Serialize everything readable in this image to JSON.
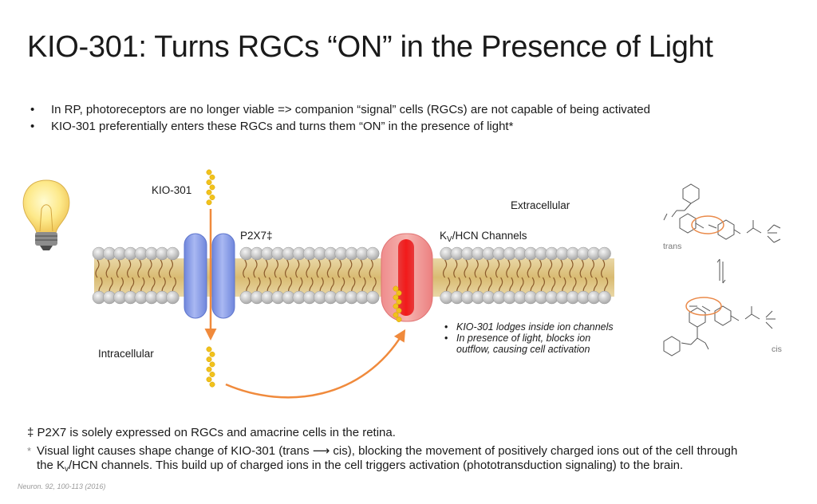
{
  "title": "KIO-301: Turns RGCs “ON” in the Presence of Light",
  "bullets": [
    "In RP, photoreceptors are no longer viable => companion “signal” cells (RGCs) are not capable of being activated",
    "KIO-301 preferentially enters these RGCs and turns them “ON” in the presence of light*"
  ],
  "bullet_marker": "•",
  "diagram": {
    "kio_label": "KIO-301",
    "p2x7_label": "P2X7‡",
    "extracellular_label": "Extracellular",
    "intracellular_label": "Intracellular",
    "channel_label_k": "K",
    "channel_label_v": "V",
    "channel_label_rest": "/HCN Channels",
    "notes": [
      "KIO-301 lodges inside ion channels",
      "In presence of light, blocks ion outflow, causing cell activation"
    ],
    "molecule_trans_label": "trans",
    "molecule_cis_label": "cis",
    "colors": {
      "p2x7_channel": "#7f95e6",
      "kv_channel": "#ef7b7b",
      "arrow": "#f08a3c",
      "drug_beads": "#f2c21b",
      "membrane_heads": "#d4d4d4",
      "membrane_tails": "#c9a45a",
      "azo_highlight": "#ea8a4a"
    }
  },
  "footnotes": {
    "dagger_marker": "‡",
    "dagger_text": "P2X7 is solely expressed on RGCs and amacrine cells in the retina.",
    "star_marker": "*",
    "star_line1": "Visual light causes shape change of KIO-301 (trans ⟶ cis), blocking the movement of positively charged ions out of the cell through",
    "star_line2_pre": "the K",
    "star_line2_sub": "v",
    "star_line2_post": "/HCN channels. This build up of charged ions in the cell triggers activation (phototransduction signaling) to the brain."
  },
  "citation": "Neuron. 92, 100-113 (2016)"
}
